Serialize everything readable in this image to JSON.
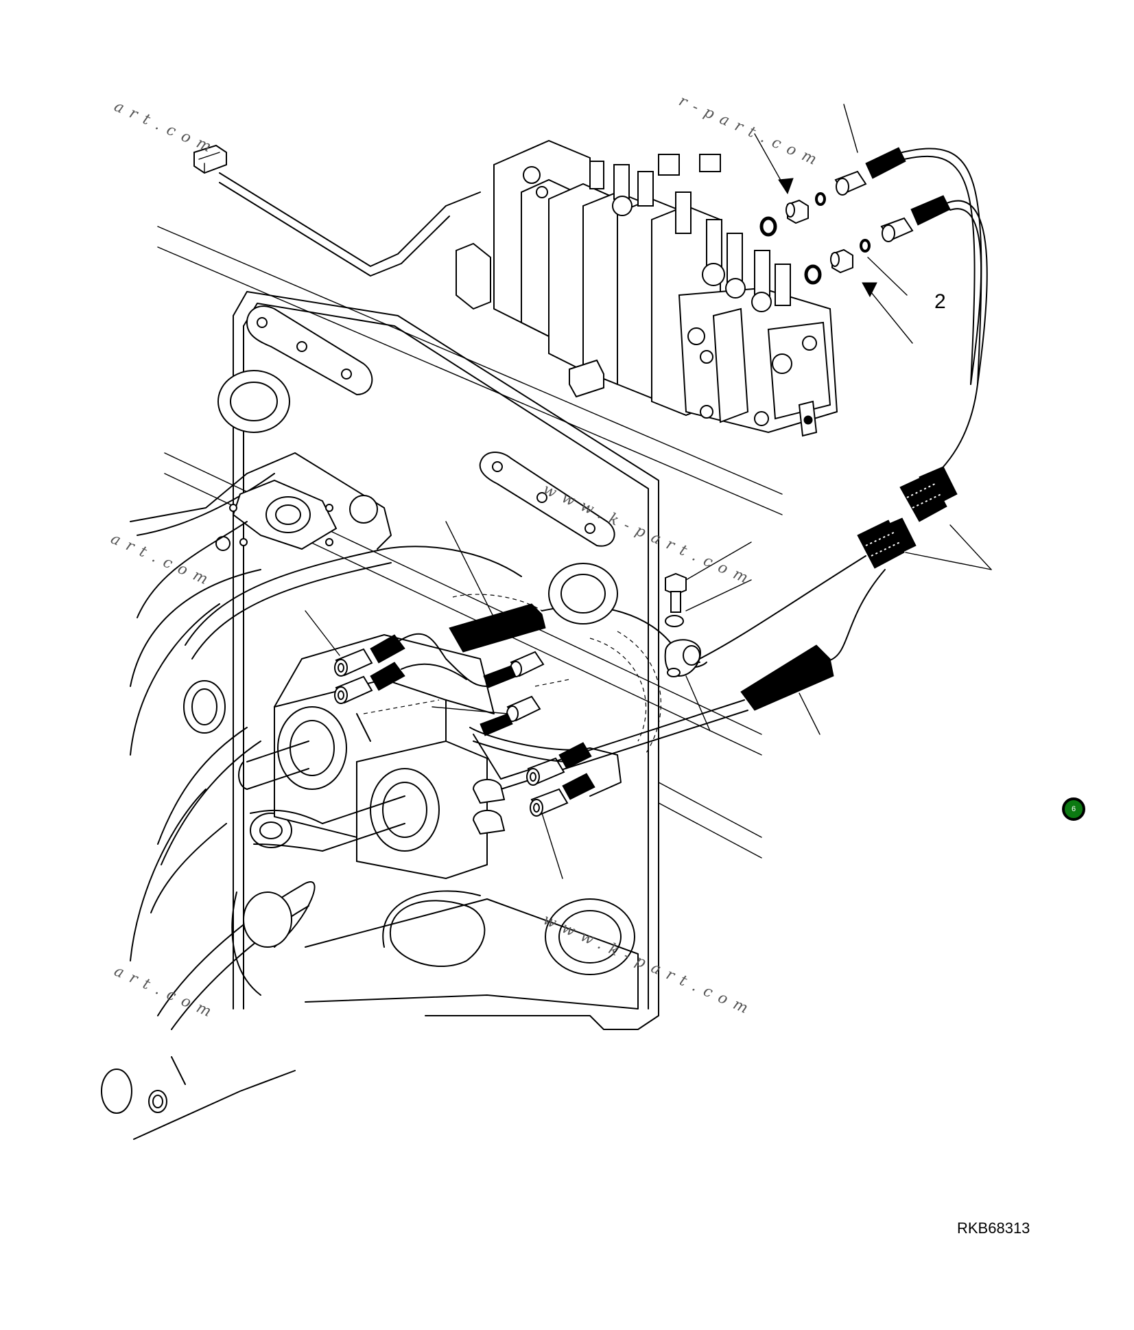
{
  "diagram": {
    "callout_label": "2",
    "reference_code": "RKB68313",
    "badge_label": "6",
    "badge_color": "#0c7a12",
    "watermarks": [
      "art.com",
      "r-part.com",
      "www.k-part.com",
      "art.com",
      "www.k-part.com",
      "art.com"
    ]
  }
}
